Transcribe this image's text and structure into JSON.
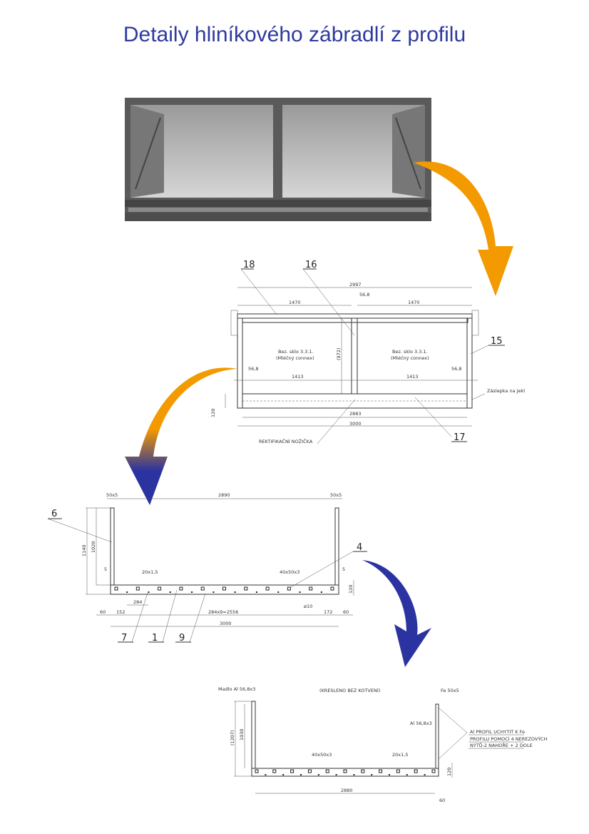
{
  "title": "Detaily hliníkového zábradlí z profilu",
  "colors": {
    "title": "#2e3a9e",
    "arrow_orange": "#f29a00",
    "arrow_blue": "#2b33a0"
  },
  "drawing1": {
    "positions": [
      "18",
      "16",
      "15",
      "17"
    ],
    "dims": {
      "overall_top": "2997",
      "left_half": "1470",
      "right_half": "1470",
      "post": "56,8",
      "glass_height": "(972)",
      "left_clear": "1413",
      "right_clear": "1413",
      "left_post": "56,8",
      "right_post": "56,8",
      "rail_height": "120",
      "inner": "2883",
      "overall": "3000"
    },
    "glass_left": [
      "Bez. sklo 3.3.1.",
      "(Mléčný connex)"
    ],
    "glass_right": [
      "Bez. sklo 3.3.1.",
      "(Mléčný connex)"
    ],
    "note_cap": "Záslepka na Jekl",
    "note_foot": "REKTIFIKAČNÍ NOŽIČKA"
  },
  "drawing2": {
    "positions": [
      "6",
      "4",
      "7",
      "1",
      "9"
    ],
    "dims": {
      "left_post": "50x5",
      "inner": "2890",
      "right_post": "50x5",
      "h_total": "1140",
      "h_post": "1020",
      "gap_left": "5",
      "gap_right": "5",
      "bar": "20x1,5",
      "tube": "40x50x3",
      "rail": "120",
      "pitch": "284",
      "hole": "ø10",
      "end_left": "60",
      "first": "152",
      "series": "284x9=2556",
      "last": "172",
      "end_right": "60",
      "overall": "3000"
    }
  },
  "drawing3": {
    "note_top": "(KRESLENO BEZ KOTVENÍ)",
    "handrail": "Madlo Al 56,8x3",
    "fe_post": "Fe 50x5",
    "al_post": "Al 56,8x3",
    "h_total": "(1207)",
    "h_post": "1030",
    "tube": "40x50x3",
    "bar": "20x1,5",
    "rail": "120",
    "width": "2880",
    "end": "60",
    "note_lines": [
      "Al PROFIL UCHYTIT K Fe",
      "PROFILU POMOCÍ 4 NEREZOVÝCH",
      "NÝTŮ-2 NAHOŘE + 2 DOLE"
    ]
  }
}
